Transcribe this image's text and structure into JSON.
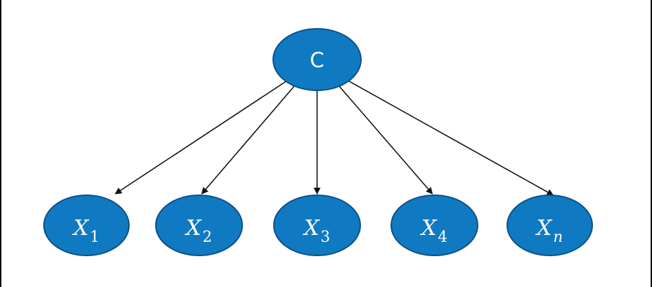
{
  "diagram": {
    "root": {
      "label": "C"
    },
    "leaves": [
      {
        "base": "X",
        "sub": "1"
      },
      {
        "base": "X",
        "sub": "2"
      },
      {
        "base": "X",
        "sub": "3"
      },
      {
        "base": "X",
        "sub": "4"
      },
      {
        "base": "X",
        "sub": "n"
      }
    ]
  },
  "colors": {
    "node_fill": "#0f7ac2",
    "node_stroke": "#0c4f87",
    "edge": "#111111"
  }
}
